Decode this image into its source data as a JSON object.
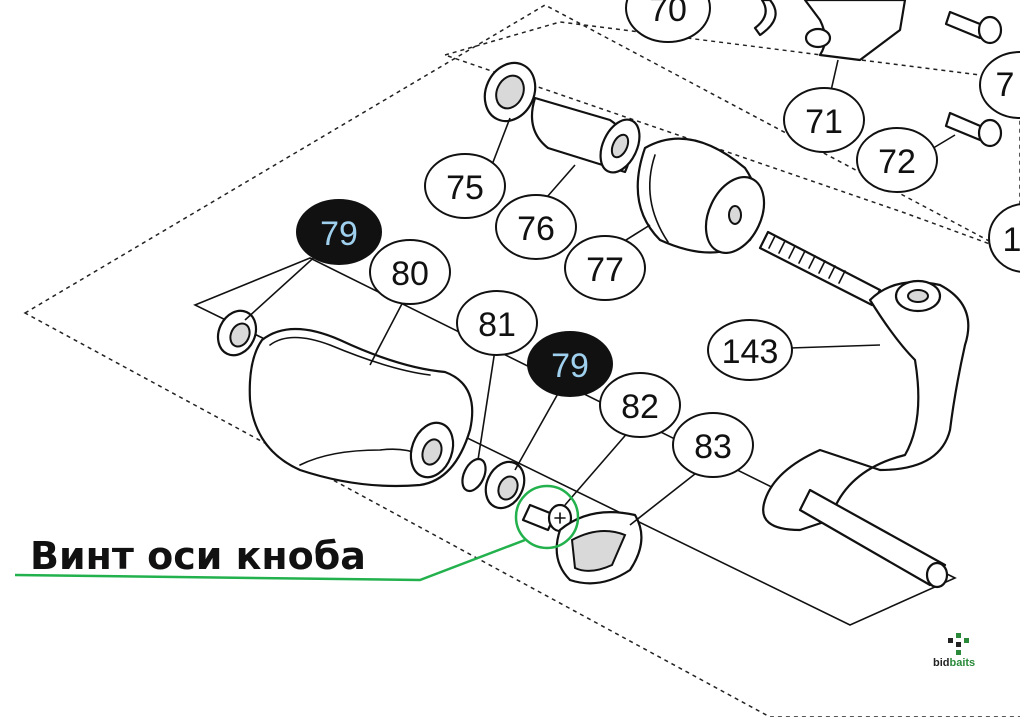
{
  "diagram": {
    "callouts": [
      {
        "id": "70",
        "label": "70",
        "dark": false
      },
      {
        "id": "7x",
        "label": "7",
        "dark": false
      },
      {
        "id": "71",
        "label": "71",
        "dark": false
      },
      {
        "id": "72",
        "label": "72",
        "dark": false
      },
      {
        "id": "75",
        "label": "75",
        "dark": false
      },
      {
        "id": "76",
        "label": "76",
        "dark": false
      },
      {
        "id": "77",
        "label": "77",
        "dark": false
      },
      {
        "id": "79a",
        "label": "79",
        "dark": true
      },
      {
        "id": "80",
        "label": "80",
        "dark": false
      },
      {
        "id": "81",
        "label": "81",
        "dark": false
      },
      {
        "id": "79b",
        "label": "79",
        "dark": true
      },
      {
        "id": "82",
        "label": "82",
        "dark": false
      },
      {
        "id": "83",
        "label": "83",
        "dark": false
      },
      {
        "id": "143",
        "label": "143",
        "dark": false
      },
      {
        "id": "1x",
        "label": "1",
        "dark": false
      }
    ],
    "annotation": {
      "text": "Винт оси кноба",
      "highlight_color": "#22b14c"
    },
    "logo": {
      "part1": "bid",
      "part2": "baits",
      "color1": "#222222",
      "color2": "#2a8a3a"
    }
  }
}
